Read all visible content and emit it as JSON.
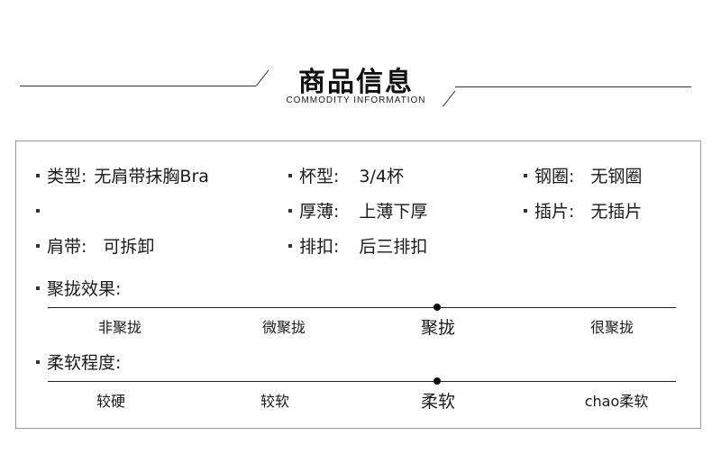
{
  "header": {
    "title": "商品信息",
    "subtitle": "COMMODITY INFORMATION"
  },
  "attributes": {
    "type": {
      "label": "类型:",
      "value": "无肩带抹胸Bra"
    },
    "cup": {
      "label": "杯型:",
      "value": "3/4杯"
    },
    "wire": {
      "label": "钢圈:",
      "value": "无钢圈"
    },
    "blank": {
      "label": "",
      "value": ""
    },
    "thickness": {
      "label": "厚薄:",
      "value": "上薄下厚"
    },
    "insert": {
      "label": "插片:",
      "value": "无插片"
    },
    "strap": {
      "label": "肩带:",
      "value": "可拆卸"
    },
    "closure": {
      "label": "排扣:",
      "value": "后三排扣"
    }
  },
  "scales": {
    "push_up": {
      "title": "聚拢效果:",
      "options": [
        "非聚拢",
        "微聚拢",
        "聚拢",
        "很聚拢"
      ],
      "selected_index": 2
    },
    "softness": {
      "title": "柔软程度:",
      "options": [
        "较硬",
        "较软",
        "柔软",
        "chao柔软"
      ],
      "selected_index": 2
    }
  }
}
